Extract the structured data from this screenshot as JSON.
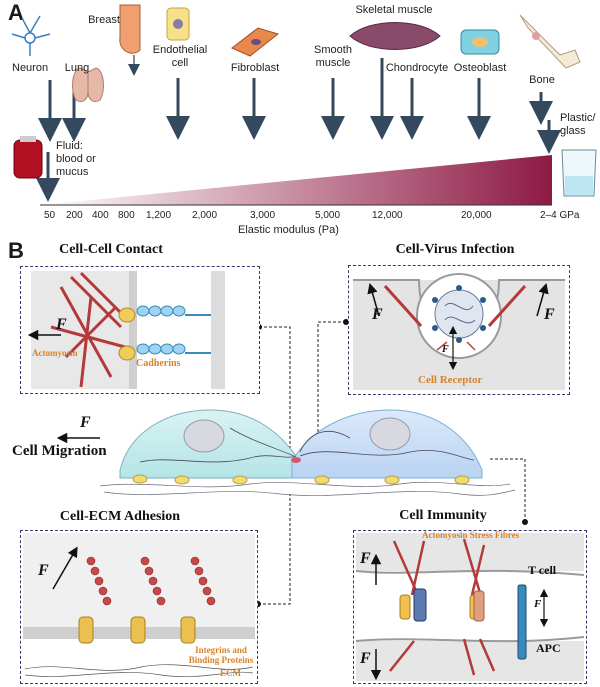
{
  "panel_a": {
    "letter": "A",
    "tissues": {
      "neuron": "Neuron",
      "lung": "Lung",
      "breast": "Breast",
      "endothelial": "Endothelial\ncell",
      "fibroblast": "Fibroblast",
      "smooth_muscle": "Smooth\nmuscle",
      "skeletal_muscle": "Skeletal muscle",
      "chondrocyte": "Chondrocyte",
      "osteoblast": "Osteoblast",
      "bone": "Bone",
      "plastic": "Plastic/\nglass",
      "fluid": "Fluid:\nblood or\nmucus"
    },
    "ticks": [
      "50",
      "200",
      "400",
      "800",
      "1,200",
      "2,000",
      "3,000",
      "5,000",
      "12,000",
      "20,000",
      "2–4 GPa"
    ],
    "axis_label": "Elastic modulus (Pa)",
    "gradient_colors": [
      "#ffffff",
      "#8e1a44"
    ]
  },
  "panel_b": {
    "letter": "B",
    "cell_contact": {
      "title": "Cell-Cell Contact",
      "force": "F",
      "actomyosin": "Actomyosin",
      "cadherins": "Cadherins"
    },
    "virus": {
      "title": "Cell-Virus Infection",
      "force_left": "F",
      "force_right": "F",
      "force_small": "F",
      "receptor": "Cell Receptor"
    },
    "migration": {
      "force": "F",
      "label": "Cell Migration"
    },
    "ecm": {
      "title": "Cell-ECM Adhesion",
      "force": "F",
      "integrins": "Integrins and\nBinding Proteins",
      "ecm": "ECM"
    },
    "immunity": {
      "title": "Cell Immunity",
      "fibres": "Actomyosin Stress Fibres",
      "t_cell": "T cell",
      "apc": "APC",
      "force_top": "F",
      "force_mid": "F",
      "force_bottom": "F"
    },
    "accent_color": "#d9822b"
  }
}
